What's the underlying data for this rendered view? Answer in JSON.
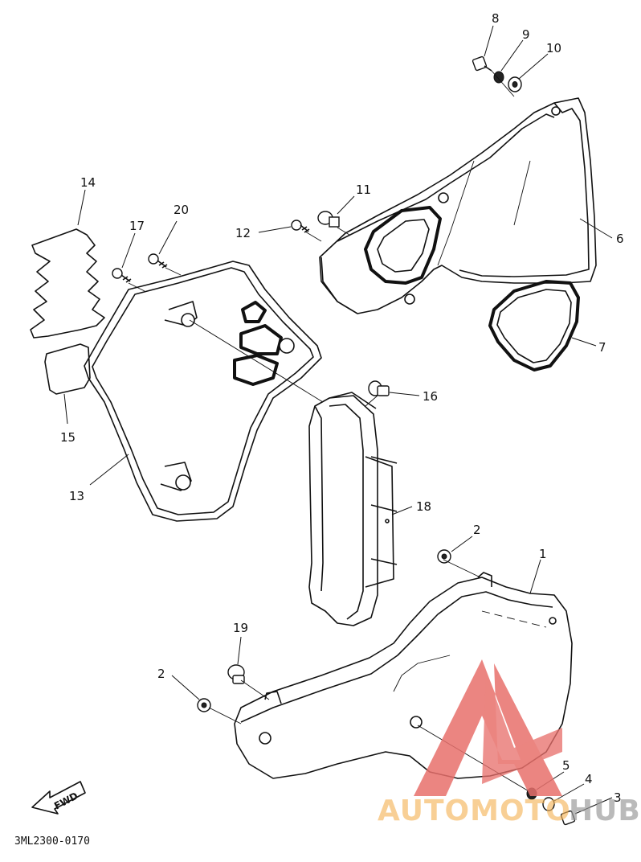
{
  "diagram": {
    "part_labels": [
      {
        "id": "1",
        "text": "1"
      },
      {
        "id": "2a",
        "text": "2"
      },
      {
        "id": "2b",
        "text": "2"
      },
      {
        "id": "3",
        "text": "3"
      },
      {
        "id": "4",
        "text": "4"
      },
      {
        "id": "5",
        "text": "5"
      },
      {
        "id": "6",
        "text": "6"
      },
      {
        "id": "7",
        "text": "7"
      },
      {
        "id": "8",
        "text": "8"
      },
      {
        "id": "9",
        "text": "9"
      },
      {
        "id": "10",
        "text": "10"
      },
      {
        "id": "11",
        "text": "11"
      },
      {
        "id": "12",
        "text": "12"
      },
      {
        "id": "13",
        "text": "13"
      },
      {
        "id": "14",
        "text": "14"
      },
      {
        "id": "15",
        "text": "15"
      },
      {
        "id": "16",
        "text": "16"
      },
      {
        "id": "17",
        "text": "17"
      },
      {
        "id": "18",
        "text": "18"
      },
      {
        "id": "19",
        "text": "19"
      },
      {
        "id": "20",
        "text": "20"
      }
    ],
    "drawing_code": "3ML2300-0170",
    "direction_marker": "FWD"
  },
  "watermark": {
    "text_orange": "AUTOMOTO",
    "text_gray": "HUB",
    "colors": {
      "logo": "#e8706c",
      "orange": "#f5b55a",
      "gray": "#9a9a9a"
    }
  }
}
